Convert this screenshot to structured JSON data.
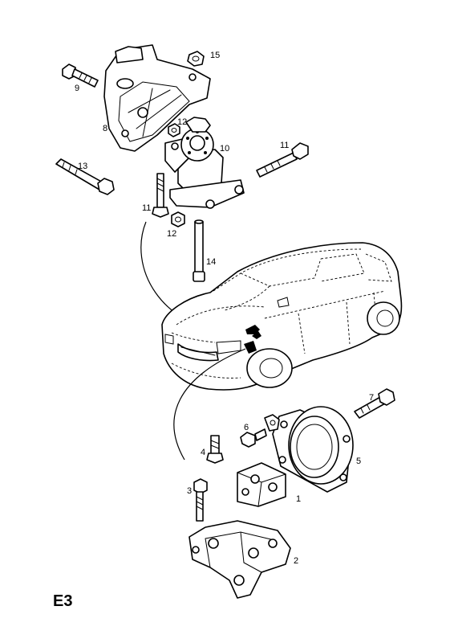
{
  "figure_code": "E3",
  "callouts": {
    "c1": "1",
    "c2": "2",
    "c3": "3",
    "c4": "4",
    "c5": "5",
    "c6": "6",
    "c7": "7",
    "c8": "8",
    "c9": "9",
    "c10": "10",
    "c11a": "11",
    "c11b": "11",
    "c12a": "12",
    "c12b": "12",
    "c13": "13",
    "c14": "14",
    "c15": "15"
  },
  "icons": [
    "engine-mount-bracket-upper",
    "engine-mount-upper",
    "hatchback-car",
    "gearbox-mount-cylindrical",
    "engine-mount-bracket-lower",
    "bolt",
    "nut"
  ]
}
